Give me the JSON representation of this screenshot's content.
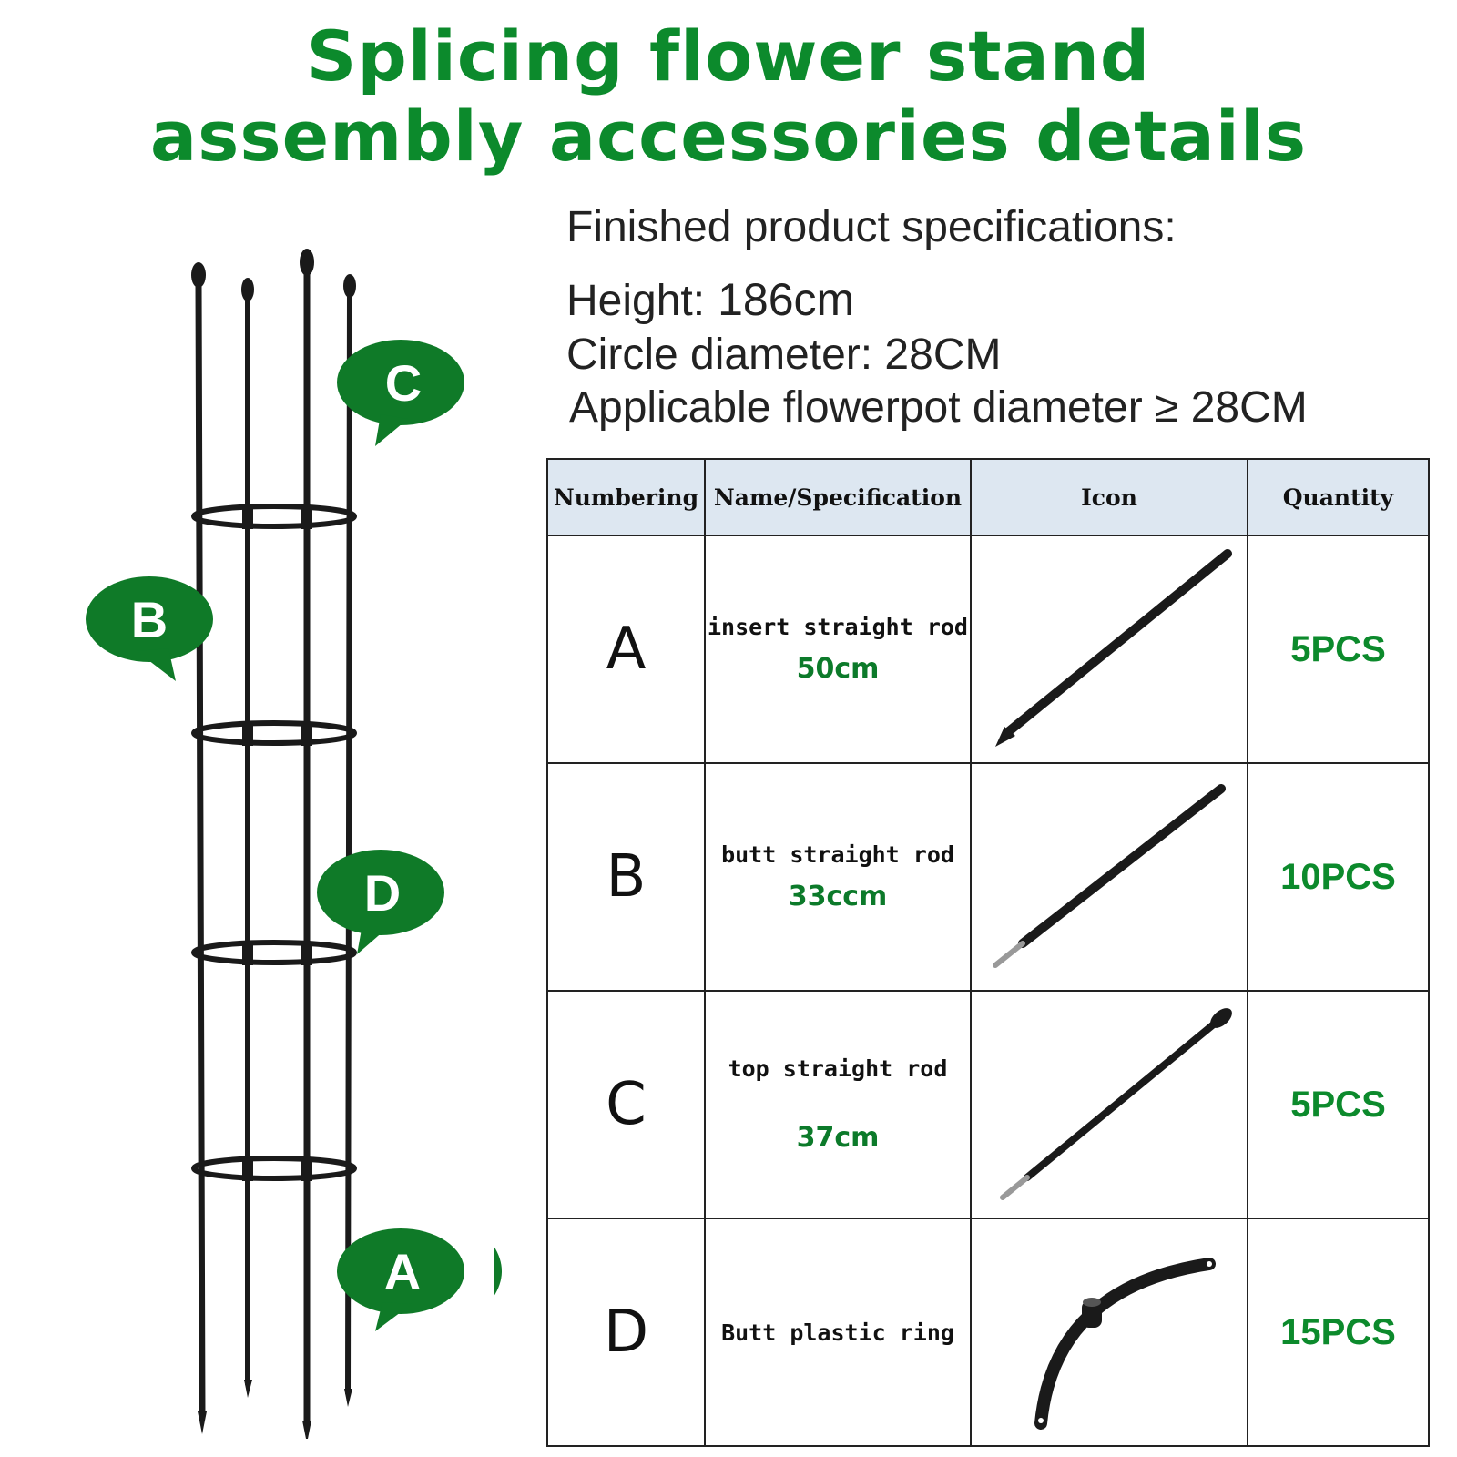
{
  "title": {
    "line1": "Splicing flower stand",
    "line2": "assembly accessories details"
  },
  "specs": {
    "heading": "Finished product specifications:",
    "height_label": "Height:",
    "height_value": "186cm",
    "circle_diameter": "Circle diameter: 28CM",
    "flowerpot": "Applicable flowerpot diameter ≥ 28CM"
  },
  "callouts": {
    "a": "A",
    "b": "B",
    "c": "C",
    "d": "D"
  },
  "colors": {
    "brand_green": "#0c8a2c",
    "callout_green": "#0f7a28",
    "header_bg": "#dde7f1",
    "rod_black": "#1a1a1a"
  },
  "table": {
    "headers": {
      "numbering": "Numbering",
      "name": "Name/Specification",
      "icon": "Icon",
      "quantity": "Quantity"
    },
    "rows": [
      {
        "num": "A",
        "name": "insert straight rod",
        "size": "50cm",
        "icon": "pointed-rod-icon",
        "qty": "5PCS"
      },
      {
        "num": "B",
        "name": "butt straight rod",
        "size": "33ccm",
        "icon": "butt-rod-icon",
        "qty": "10PCS"
      },
      {
        "num": "C",
        "name": "top straight rod",
        "size": "37cm",
        "icon": "top-rod-icon",
        "qty": "5PCS"
      },
      {
        "num": "D",
        "name": "Butt plastic ring",
        "size": "",
        "icon": "plastic-ring-arc-icon",
        "qty": "15PCS"
      }
    ]
  }
}
